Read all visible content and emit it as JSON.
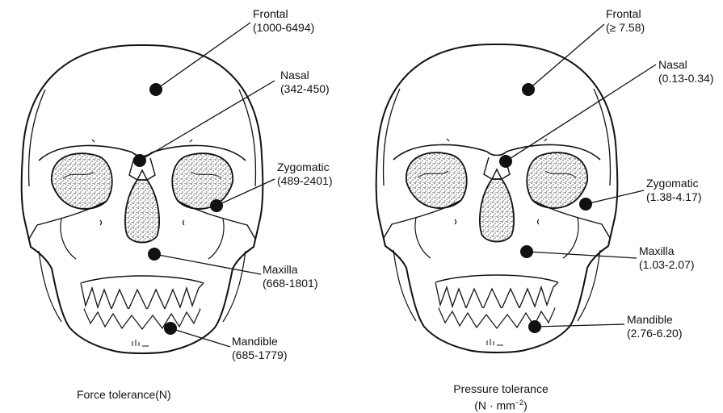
{
  "left_panel": {
    "caption": "Force tolerance(N)",
    "regions": [
      {
        "name": "Frontal",
        "range": "(1000-6494)"
      },
      {
        "name": "Nasal",
        "range": "(342-450)"
      },
      {
        "name": "Zygomatic",
        "range": "(489-2401)"
      },
      {
        "name": "Maxilla",
        "range": "(668-1801)"
      },
      {
        "name": "Mandible",
        "range": "(685-1779)"
      }
    ]
  },
  "right_panel": {
    "caption": "Pressure tolerance",
    "caption_unit": "(N · mm",
    "caption_unit_exp": "−2",
    "caption_unit_close": ")",
    "regions": [
      {
        "name": "Frontal",
        "range": "(≥ 7.58)"
      },
      {
        "name": "Nasal",
        "range": "(0.13-0.34)"
      },
      {
        "name": "Zygomatic",
        "range": "(1.38-4.17)"
      },
      {
        "name": "Maxilla",
        "range": "(1.03-2.07)"
      },
      {
        "name": "Mandible",
        "range": "(2.76-6.20)"
      }
    ]
  },
  "colors": {
    "ink": "#111111",
    "background": "#ffffff"
  }
}
